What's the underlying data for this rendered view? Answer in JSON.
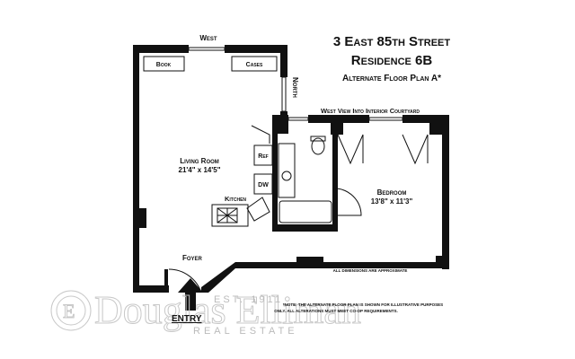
{
  "title": {
    "line1": "3 East 85th Street",
    "line2": "Residence 6B",
    "line3": "Alternate Floor Plan A*"
  },
  "labels": {
    "west": "West",
    "north": "North",
    "book": "Book",
    "cases": "Cases",
    "courtyard": "West View Into Interior Courtyard",
    "living_room": "Living Room",
    "living_dims": "21'4\" x 14'5\"",
    "ref": "Ref",
    "dw": "DW",
    "kitchen": "Kitchen",
    "bedroom": "Bedroom",
    "bedroom_dims": "13'8\" x 11'3\"",
    "foyer": "Foyer",
    "entry": "ENTRY",
    "dimensions_note": "ALL DIMENSIONS ARE APPROXIMATE",
    "note_line1": "*NOTE: THE ALTERNATE FLOOR PLAN IS SHOWN FOR ILLUSTRATIVE PURPOSES",
    "note_line2": "ONLY. ALL ALTERATIONS MUST MEET CO-OP REQUIREMENTS."
  },
  "watermark": {
    "brand": "Douglas Elliman",
    "est": "EST. 1911",
    "sub": "REAL ESTATE"
  },
  "colors": {
    "wall": "#111111",
    "watermark": "#c8c8c8"
  }
}
